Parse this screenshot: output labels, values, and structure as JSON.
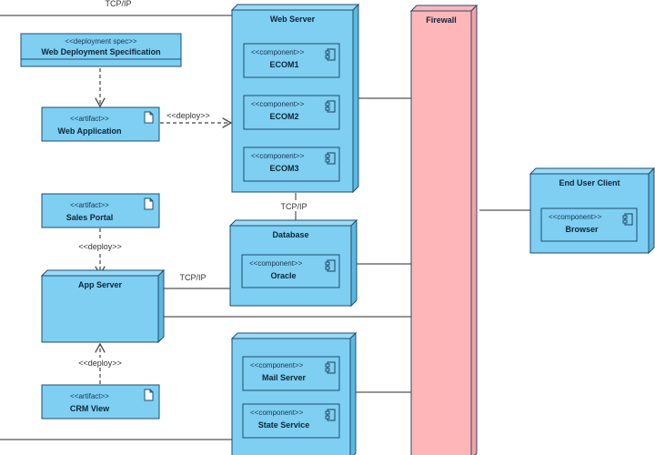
{
  "colors": {
    "node": "#7ecff2",
    "node_top": "#9bdbf7",
    "node_side": "#5bb8e0",
    "stroke": "#1f4e6e",
    "firewall": "#ffb6b9",
    "firewall_side": "#f5a0a4",
    "line": "#555555"
  },
  "connections": {
    "tcp_top": "TCP/IP",
    "tcp_web_db": "TCP/IP",
    "tcp_app_db": "TCP/IP"
  },
  "deploy_labels": {
    "web_app_to_server": "<<deploy>>",
    "sales_to_app": "<<deploy>>",
    "crm_to_app": "<<deploy>>"
  },
  "artifacts": {
    "spec": {
      "stereotype": "<<deployment spec>>",
      "name": "Web Deployment Specification"
    },
    "web_app": {
      "stereotype": "<<artifact>>",
      "name": "Web Application",
      "icon": "document-icon"
    },
    "sales_portal": {
      "stereotype": "<<artifact>>",
      "name": "Sales Portal",
      "icon": "document-icon"
    },
    "crm_view": {
      "stereotype": "<<artifact>>",
      "name": "CRM View",
      "icon": "document-icon"
    }
  },
  "nodes": {
    "web_server": {
      "name": "Web Server",
      "components": [
        {
          "stereotype": "<<component>>",
          "name": "ECOM1"
        },
        {
          "stereotype": "<<component>>",
          "name": "ECOM2"
        },
        {
          "stereotype": "<<component>>",
          "name": "ECOM3"
        }
      ]
    },
    "database": {
      "name": "Database",
      "components": [
        {
          "stereotype": "<<component>>",
          "name": "Oracle"
        }
      ]
    },
    "app_server": {
      "name": "App Server",
      "components": []
    },
    "services": {
      "name": "",
      "components": [
        {
          "stereotype": "<<component>>",
          "name": "Mail Server"
        },
        {
          "stereotype": "<<component>>",
          "name": "State Service"
        }
      ]
    },
    "firewall": {
      "name": "Firewall",
      "components": []
    },
    "end_user_client": {
      "name": "End User Client",
      "components": [
        {
          "stereotype": "<<component>>",
          "name": "Browser"
        }
      ]
    }
  }
}
